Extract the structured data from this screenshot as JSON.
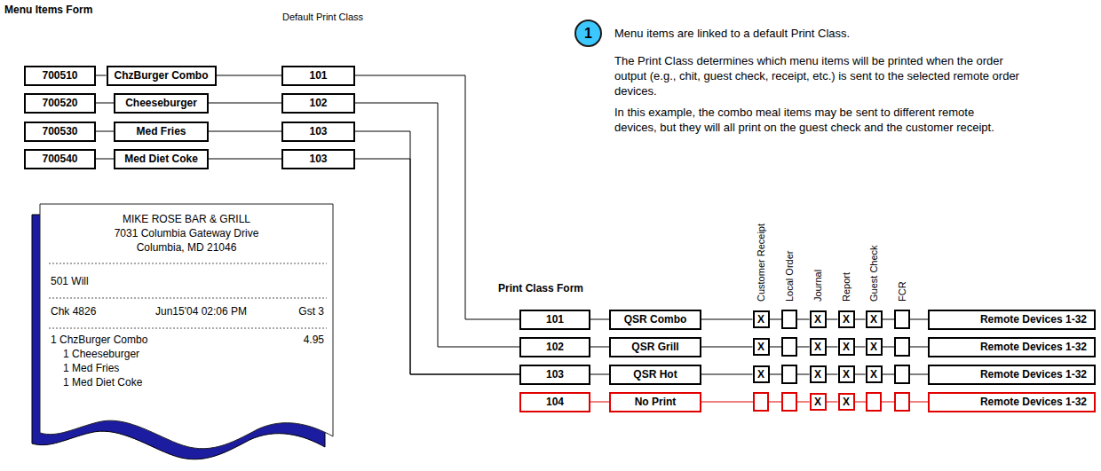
{
  "diagram": {
    "nodes": [
      {
        "text": [
          "700510"
        ]
      },
      {
        "text": [
          "ChzBurger Combo"
        ]
      },
      {
        "text": [
          "101"
        ]
      },
      {
        "text": [
          "700520"
        ]
      },
      {
        "text": [
          "Cheeseburger"
        ]
      },
      {
        "text": [
          "102"
        ]
      },
      {
        "text": [
          "700530"
        ]
      },
      {
        "text": [
          "Med Fries"
        ]
      },
      {
        "text": [
          "103"
        ]
      },
      {
        "text": [
          "700540"
        ]
      },
      {
        "text": [
          "Med Diet Coke"
        ]
      },
      {
        "text": [
          "103"
        ]
      },
      {
        "text": [
          "1"
        ]
      },
      {
        "text": [
          "MIKE ROSE BAR & GRILL",
          "7031 Columbia Gateway Drive",
          "Columbia, MD 21046",
          "501 Will",
          "Chk 4826",
          "Jun15'04 02:06 PM",
          "Gst 3",
          "1 ChzBurger Combo",
          "4.95",
          "1 Cheeseburger",
          "1 Med Fries",
          "1 Med Diet Coke"
        ]
      },
      {
        "text": [
          "101"
        ]
      },
      {
        "text": [
          "QSR Combo"
        ]
      },
      {
        "text": [
          "X"
        ]
      },
      {
        "text": [
          "X"
        ]
      },
      {
        "text": [
          "X"
        ]
      },
      {
        "text": [
          "X"
        ]
      },
      {
        "text": [
          "Remote Devices 1-32"
        ]
      },
      {
        "text": [
          "102"
        ]
      },
      {
        "text": [
          "QSR Grill"
        ]
      },
      {
        "text": [
          "X"
        ]
      },
      {
        "text": [
          "X"
        ]
      },
      {
        "text": [
          "X"
        ]
      },
      {
        "text": [
          "X"
        ]
      },
      {
        "text": [
          "Remote Devices 1-32"
        ]
      },
      {
        "text": [
          "103"
        ]
      },
      {
        "text": [
          "QSR Hot"
        ]
      },
      {
        "text": [
          "X"
        ]
      },
      {
        "text": [
          "X"
        ]
      },
      {
        "text": [
          "X"
        ]
      },
      {
        "text": [
          "X"
        ]
      },
      {
        "text": [
          "Remote Devices 1-32"
        ]
      },
      {
        "text": [
          "104"
        ]
      },
      {
        "text": [
          "No Print"
        ]
      },
      {
        "text": [
          "X"
        ]
      },
      {
        "text": [
          "X"
        ]
      },
      {
        "text": [
          "Remote Devices 1-32"
        ]
      }
    ],
    "edges": [
      {
        "from": 0,
        "to": 1,
        "arrow": "none"
      },
      {
        "from": 1,
        "to": 2,
        "arrow": "none"
      },
      {
        "from": 3,
        "to": 4,
        "arrow": "none"
      },
      {
        "from": 4,
        "to": 5,
        "arrow": "none"
      },
      {
        "from": 6,
        "to": 7,
        "arrow": "none"
      },
      {
        "from": 7,
        "to": 8,
        "arrow": "none"
      },
      {
        "from": 9,
        "to": 10,
        "arrow": "none"
      },
      {
        "from": 10,
        "to": 11,
        "arrow": "none"
      },
      {
        "from": 2,
        "to": 14,
        "arrow": "none"
      },
      {
        "from": 5,
        "to": 21,
        "arrow": "none"
      },
      {
        "from": 8,
        "to": 28,
        "arrow": "none"
      },
      {
        "from": 11,
        "to": 28,
        "arrow": "none"
      },
      {
        "from": 14,
        "to": 15,
        "arrow": "none"
      },
      {
        "from": 15,
        "to": 16,
        "arrow": "none"
      },
      {
        "from": 16,
        "to": 17,
        "arrow": "none"
      },
      {
        "from": 17,
        "to": 18,
        "arrow": "none"
      },
      {
        "from": 18,
        "to": 19,
        "arrow": "none"
      },
      {
        "from": 19,
        "to": 20,
        "arrow": "none"
      },
      {
        "from": 21,
        "to": 22,
        "arrow": "none"
      },
      {
        "from": 22,
        "to": 23,
        "arrow": "none"
      },
      {
        "from": 23,
        "to": 24,
        "arrow": "none"
      },
      {
        "from": 24,
        "to": 25,
        "arrow": "none"
      },
      {
        "from": 25,
        "to": 26,
        "arrow": "none"
      },
      {
        "from": 26,
        "to": 27,
        "arrow": "none"
      },
      {
        "from": 28,
        "to": 29,
        "arrow": "none"
      },
      {
        "from": 29,
        "to": 30,
        "arrow": "none"
      },
      {
        "from": 30,
        "to": 31,
        "arrow": "none"
      },
      {
        "from": 31,
        "to": 32,
        "arrow": "none"
      },
      {
        "from": 32,
        "to": 33,
        "arrow": "none"
      },
      {
        "from": 33,
        "to": 34,
        "arrow": "none"
      },
      {
        "from": 35,
        "to": 36,
        "arrow": "none"
      },
      {
        "from": 36,
        "to": 37,
        "arrow": "none"
      },
      {
        "from": 37,
        "to": 38,
        "arrow": "none"
      },
      {
        "from": 38,
        "to": 39,
        "arrow": "none"
      }
    ],
    "labels": [
      "Menu Items Form",
      "Default Print Class",
      "Menu items are linked to a default Print Class.",
      "The Print Class determines which menu items will be printed when the order output (e.g., chit, guest check, receipt, etc.) is sent to the selected remote order devices.",
      "In this example, the combo meal items may be sent to different remote devices, but they will all print on the guest check and the customer receipt.",
      "Print Class Form",
      "Customer Receipt",
      "Local Order",
      "Journal",
      "Report",
      "Guest Check",
      "FCR"
    ]
  }
}
